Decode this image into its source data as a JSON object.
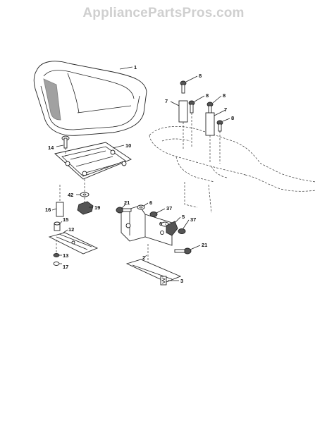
{
  "watermark": "AppliancePartsPros.com",
  "callouts": {
    "c1": "1",
    "c2": "2",
    "c3": "3",
    "c5": "5",
    "c6a": "6",
    "c6b": "6",
    "c7a": "7",
    "c7b": "7",
    "c8a": "8",
    "c8b": "8",
    "c8c": "8",
    "c8d": "8",
    "c10": "10",
    "c12": "12",
    "c13": "13",
    "c14": "14",
    "c15": "15",
    "c16": "16",
    "c17": "17",
    "c19": "19",
    "c21a": "21",
    "c21b": "21",
    "c37a": "37",
    "c37b": "37",
    "c42": "42"
  }
}
